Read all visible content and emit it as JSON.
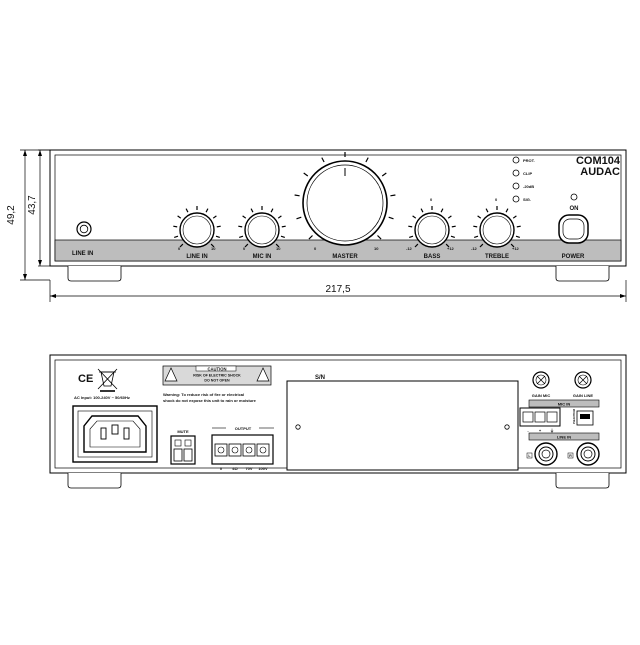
{
  "dimensions": {
    "height_total": "49,2",
    "height_body": "43,7",
    "width": "217,5"
  },
  "front": {
    "model": "COM104",
    "brand": "AUDAC",
    "knob_labels": {
      "line_in": "LINE IN",
      "mic_in": "MIC IN",
      "master": "MASTER",
      "bass": "BASS",
      "treble": "TREBLE",
      "power": "POWER"
    },
    "jack_label": "LINE IN",
    "led_labels": [
      "PROT.",
      "CLIP",
      "-20dB",
      "SIG."
    ],
    "on_label": "ON",
    "scale": {
      "zero": "0",
      "ten": "10",
      "minus": "-12",
      "plus": "+12",
      "center": "0"
    }
  },
  "rear": {
    "ce": "CE",
    "ac_input": "AC Input: 100-240V ~ 50/60Hz",
    "caution_title": "CAUTION",
    "caution_line1": "RISK OF ELECTRIC SHOCK",
    "caution_line2": "DO NOT OPEN",
    "warning_line1": "Warning: To reduce risk of fire or electrical",
    "warning_line2": "shock do not expose this unit to rain or moisture",
    "sn": "S/N",
    "mute": "MUTE",
    "output": "OUTPUT",
    "output_taps": [
      "0",
      "4Ω",
      "70V",
      "100V"
    ],
    "gain_mic": "GAIN MIC",
    "gain_line": "GAIN LINE",
    "mic_in": "MIC IN",
    "line_in": "LINE IN",
    "phantom": "PHANTOM",
    "pins": [
      "-",
      "+",
      "⏚"
    ],
    "jack_marks": [
      "L",
      "R"
    ]
  }
}
